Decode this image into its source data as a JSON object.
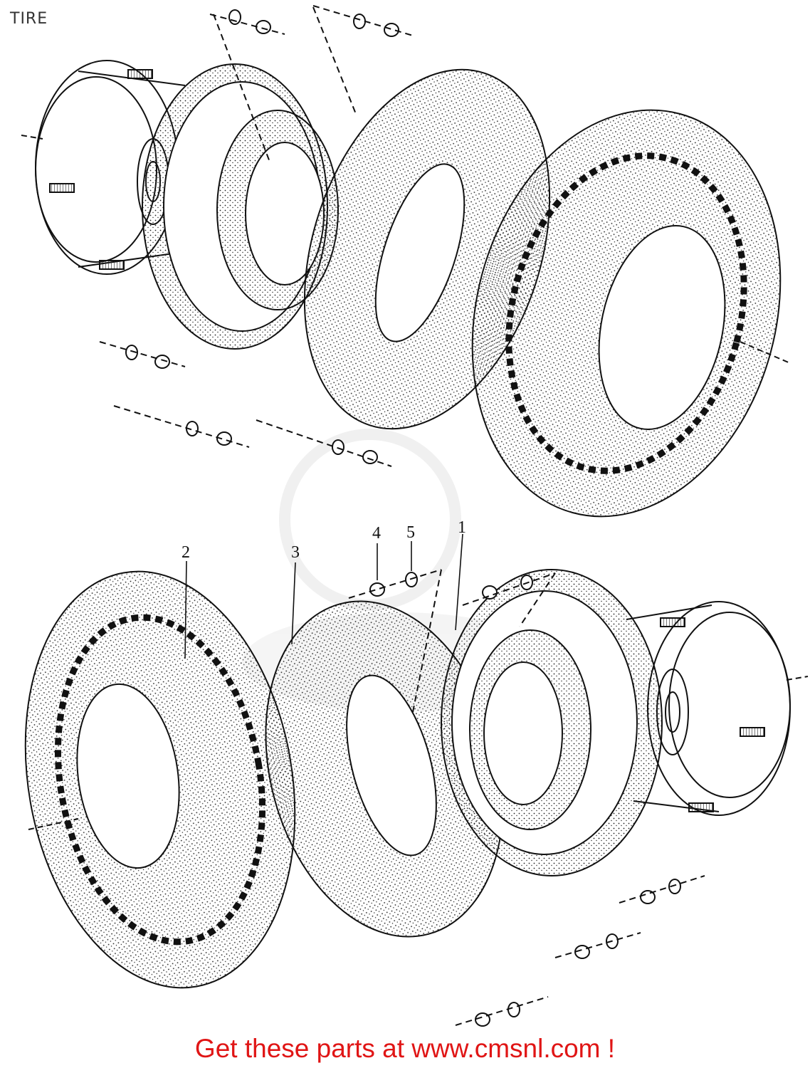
{
  "title": "TIRE",
  "callouts": [
    {
      "id": "1",
      "label": "1"
    },
    {
      "id": "2",
      "label": "2"
    },
    {
      "id": "3",
      "label": "3"
    },
    {
      "id": "4",
      "label": "4"
    },
    {
      "id": "5",
      "label": "5"
    }
  ],
  "footer": {
    "text": "Get these parts at www.cmsnl.com !"
  },
  "colors": {
    "line": "#111111",
    "footer": "#e01515",
    "watermark": "#e4e4e4"
  }
}
